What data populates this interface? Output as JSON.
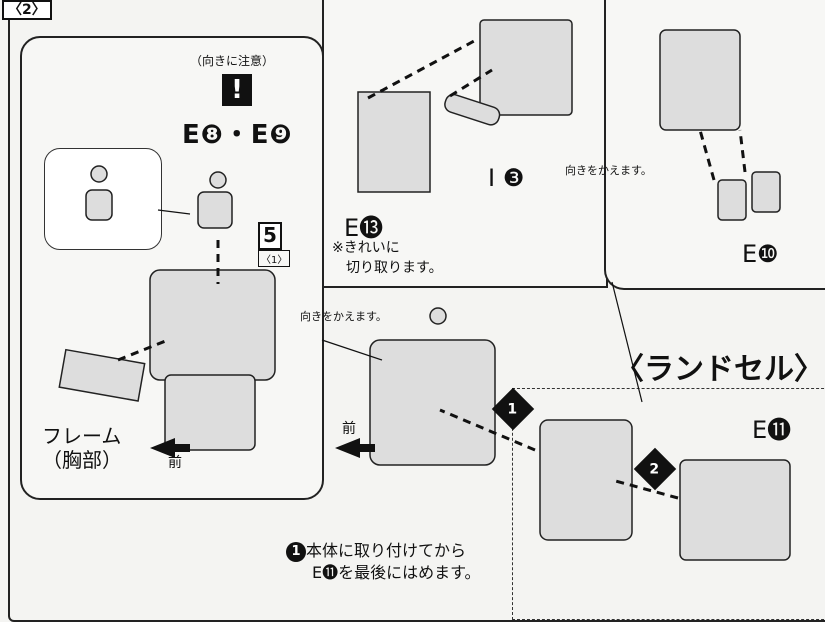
{
  "step_label": "〈2〉",
  "caution": "（向きに注意）",
  "caution_mark": "!",
  "parts_e8_e9": "E❽・E❾",
  "step_ref_number": "5",
  "step_ref_sub": "〈1〉",
  "frame_label_line1": "フレーム",
  "frame_label_line2": "（胸部）",
  "front_label": "前",
  "turn_label": "向きをかえます。",
  "part_e13": "E⓭",
  "clean_cut_line1": "※きれいに",
  "clean_cut_line2": "切り取ります。",
  "part_i3": "I ❸",
  "part_e10": "E❿",
  "backpack_title": "〈ランドセル〉",
  "part_e11": "E⓫",
  "order_1": "1",
  "order_2": "2",
  "note_line1": "本体に取り付けてから",
  "note_line2": "E⓫を最後にはめます。"
}
